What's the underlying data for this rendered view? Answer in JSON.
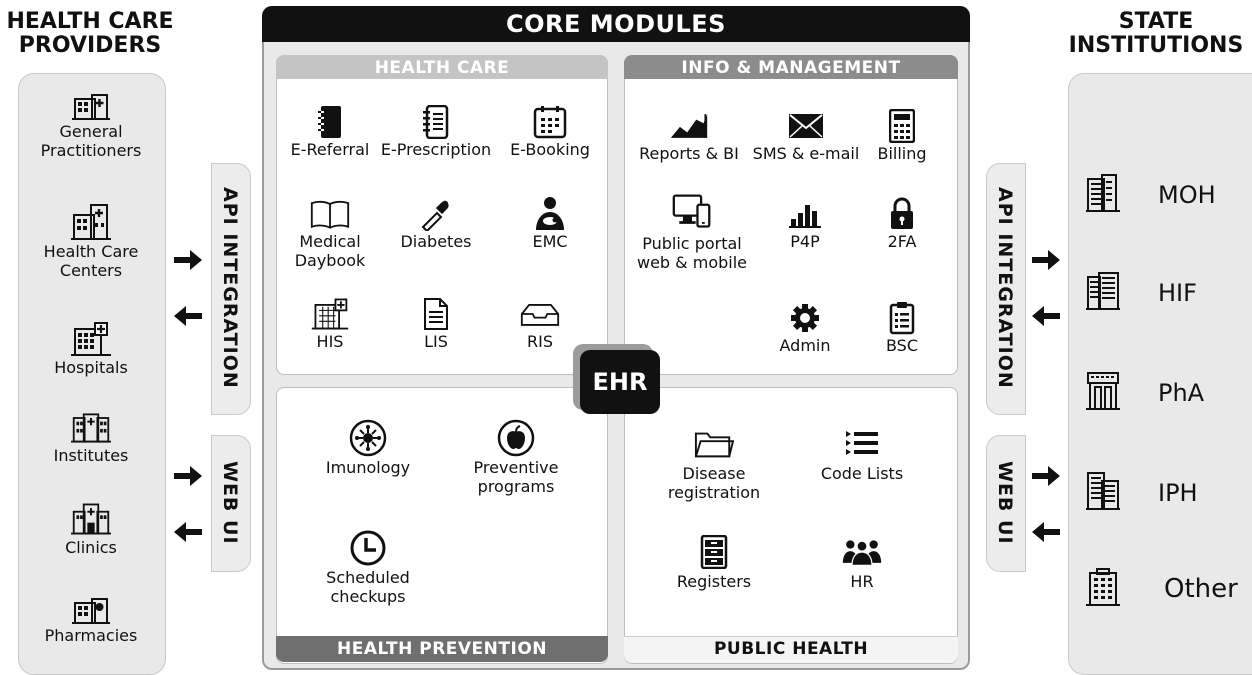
{
  "left": {
    "title_line1": "HEALTH CARE",
    "title_line2": "PROVIDERS",
    "items": [
      {
        "label": "General Practitioners",
        "icon": "hospital-building-icon"
      },
      {
        "label": "Health Care Centers",
        "icon": "health-center-icon"
      },
      {
        "label": "Hospitals",
        "icon": "hospital-icon"
      },
      {
        "label": "Institutes",
        "icon": "institute-icon"
      },
      {
        "label": "Clinics",
        "icon": "clinic-icon"
      },
      {
        "label": "Pharmacies",
        "icon": "pharmacy-icon"
      }
    ]
  },
  "right": {
    "title_line1": "STATE",
    "title_line2": "INSTITUTIONS",
    "items": [
      {
        "label": "MOH",
        "icon": "office-building-icon"
      },
      {
        "label": "HIF",
        "icon": "office-building-icon"
      },
      {
        "label": "PhA",
        "icon": "pharmacy-building-icon"
      },
      {
        "label": "IPH",
        "icon": "office-building-icon"
      },
      {
        "label": "Other",
        "icon": "office-building-icon"
      }
    ]
  },
  "integration": {
    "api": "API INTEGRATION",
    "web": "WEB UI"
  },
  "core": {
    "title": "CORE MODULES",
    "center": "EHR",
    "health_care": {
      "title": "HEALTH CARE",
      "items": [
        {
          "label": "E-Referral",
          "icon": "referral-book-icon"
        },
        {
          "label": "E-Prescription",
          "icon": "prescription-notebook-icon"
        },
        {
          "label": "E-Booking",
          "icon": "calendar-icon"
        },
        {
          "label": "Medical Daybook",
          "icon": "open-book-icon"
        },
        {
          "label": "Diabetes",
          "icon": "dropper-icon"
        },
        {
          "label": "EMC",
          "icon": "mother-child-icon"
        },
        {
          "label": "HIS",
          "icon": "hospital-system-icon"
        },
        {
          "label": "LIS",
          "icon": "document-icon"
        },
        {
          "label": "RIS",
          "icon": "tray-icon"
        }
      ]
    },
    "info": {
      "title": "INFO & MANAGEMENT",
      "items": [
        {
          "label": "Reports & BI",
          "icon": "area-chart-icon"
        },
        {
          "label": "SMS & e-mail",
          "icon": "envelope-icon"
        },
        {
          "label": "Billing",
          "icon": "calculator-icon"
        },
        {
          "label": "Public portal web & mobile",
          "icon": "devices-icon"
        },
        {
          "label": "P4P",
          "icon": "bar-chart-icon"
        },
        {
          "label": "2FA",
          "icon": "lock-icon"
        },
        {
          "label": "Admin",
          "icon": "gear-icon"
        },
        {
          "label": "BSC",
          "icon": "clipboard-icon"
        }
      ]
    },
    "prevention": {
      "title": "HEALTH PREVENTION",
      "items": [
        {
          "label": "Imunology",
          "icon": "virus-icon"
        },
        {
          "label": "Preventive programs",
          "icon": "apple-icon"
        },
        {
          "label": "Scheduled checkups",
          "icon": "clock-icon"
        }
      ]
    },
    "public": {
      "title": "PUBLIC HEALTH",
      "items": [
        {
          "label": "Disease registration",
          "icon": "folder-icon"
        },
        {
          "label": "Code Lists",
          "icon": "list-icon"
        },
        {
          "label": "Registers",
          "icon": "cabinet-icon"
        },
        {
          "label": "HR",
          "icon": "people-icon"
        }
      ]
    }
  }
}
